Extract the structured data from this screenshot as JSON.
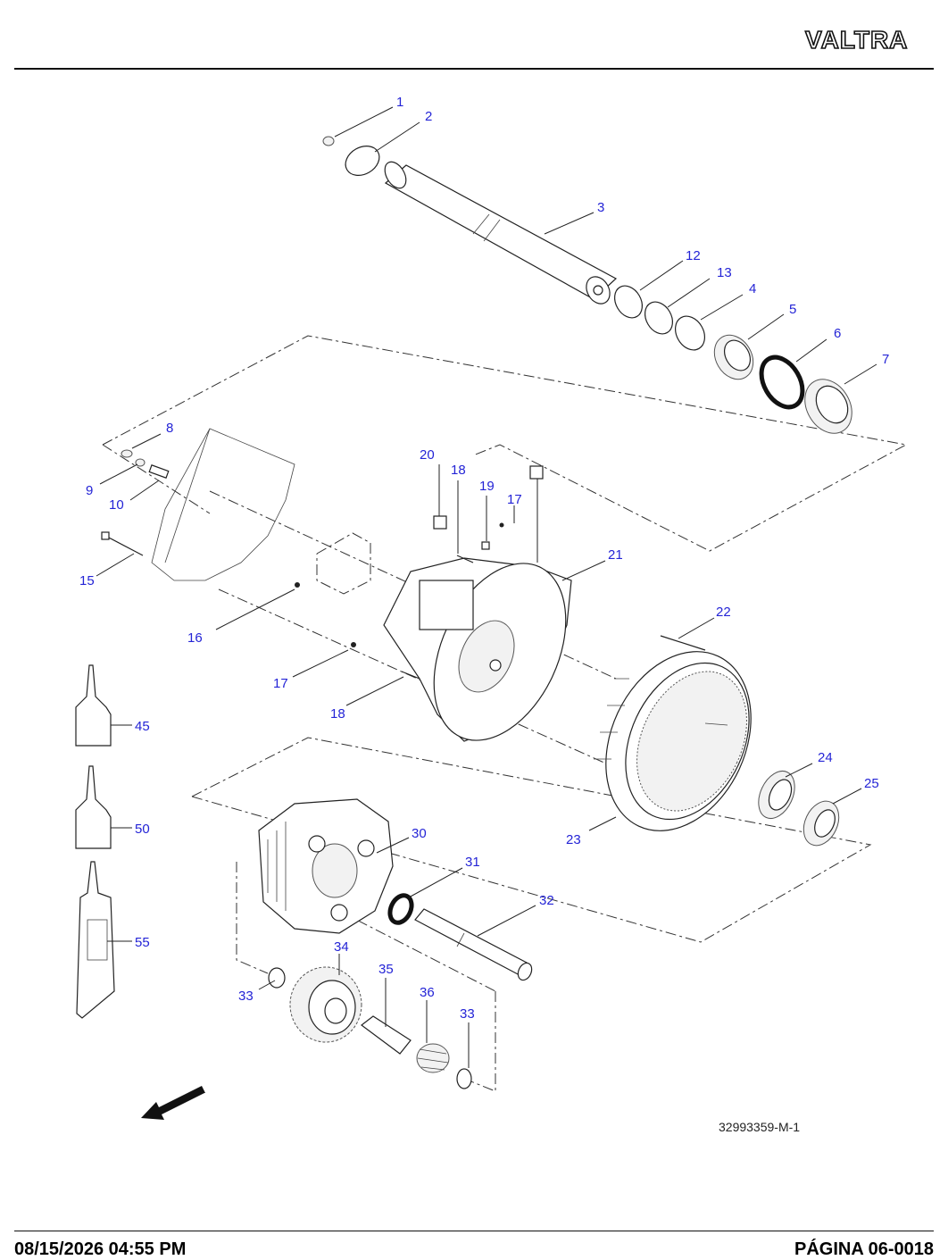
{
  "header": {
    "brand": "VALTRA"
  },
  "doc_number": "32993359-M-1",
  "footer": {
    "left": "08/15/2026 04:55 PM",
    "right": "PÁGINA 06-0018"
  },
  "callouts": {
    "c1": "1",
    "c2": "2",
    "c3": "3",
    "c4": "4",
    "c5": "5",
    "c6": "6",
    "c7": "7",
    "c8": "8",
    "c9": "9",
    "c10": "10",
    "c12": "12",
    "c13": "13",
    "c15": "15",
    "c16": "16",
    "c17a": "17",
    "c17b": "17",
    "c18a": "18",
    "c18b": "18",
    "c19": "19",
    "c20": "20",
    "c21": "21",
    "c22": "22",
    "c23": "23",
    "c24": "24",
    "c25": "25",
    "c30": "30",
    "c31": "31",
    "c32": "32",
    "c33a": "33",
    "c33b": "33",
    "c34": "34",
    "c35": "35",
    "c36": "36",
    "c45": "45",
    "c50": "50",
    "c55": "55"
  },
  "colors": {
    "callout": "#2424d6",
    "line": "#222222"
  },
  "icons": {
    "direction": "arrow-down-left-icon"
  }
}
